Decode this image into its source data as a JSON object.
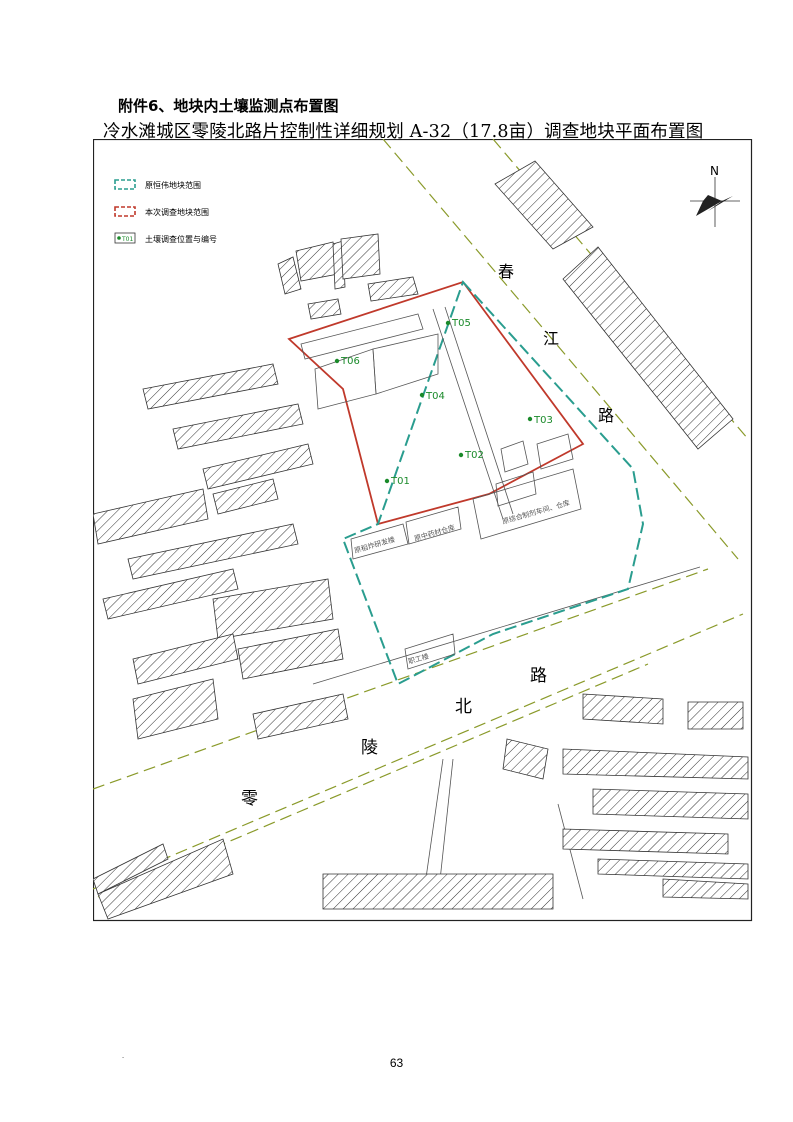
{
  "document": {
    "heading": "附件6、地块内土壤监测点布置图",
    "subtitle": "冷水滩城区零陵北路片控制性详细规划 A-32（17.8亩）调查地块平面布置图",
    "page_number": "63"
  },
  "map": {
    "north_label": "N",
    "legend": [
      {
        "label": "原恒伟地块范围",
        "color": "#2a9d8f"
      },
      {
        "label": "本次调查地块范围",
        "color": "#c0392b"
      },
      {
        "label": "土壤调查位置与编号",
        "sample": "T01",
        "color": "#1a8a2a"
      }
    ],
    "roads": {
      "chunjiang": [
        "春",
        "江",
        "路"
      ],
      "linglingbei": [
        "零",
        "陵",
        "北",
        "路"
      ]
    },
    "points": [
      "T01",
      "T02",
      "T03",
      "T04",
      "T05",
      "T06"
    ],
    "building_labels": [
      "原稻炸研发楼",
      "原中药材仓库",
      "原综合制剂车间、仓库",
      "职工楼"
    ],
    "colors": {
      "survey_boundary": "#c0392b",
      "original_boundary": "#2a9d8f",
      "road_dash": "#8a9a2a",
      "point": "#1a8a2a"
    }
  }
}
